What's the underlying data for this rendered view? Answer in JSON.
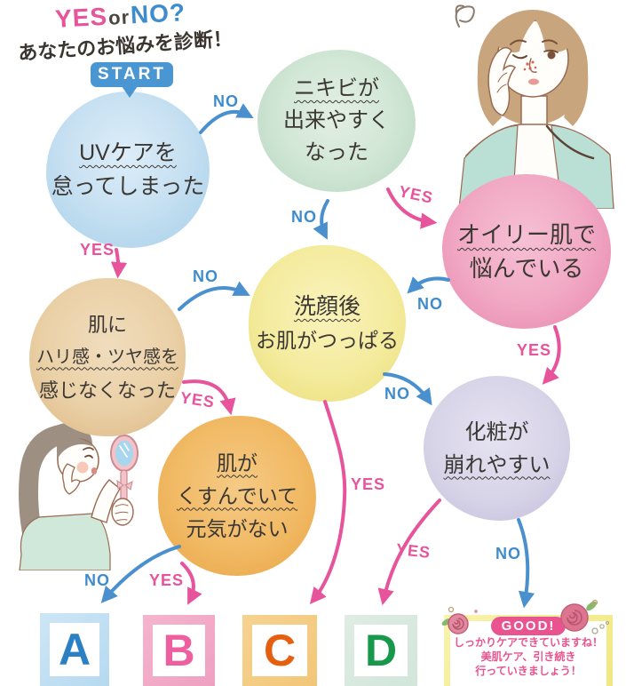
{
  "header": {
    "title_yes": "YES",
    "title_or": "or",
    "title_no": "NO?",
    "subtitle": "あなたのお悩みを診断！",
    "start_label": "START"
  },
  "questions": [
    {
      "id": "uv-care",
      "lines": [
        "UVケアを",
        "怠ってしまった"
      ]
    },
    {
      "id": "acne",
      "lines": [
        "ニキビが",
        "出来やすく",
        "なった"
      ]
    },
    {
      "id": "oily",
      "lines": [
        "オイリー肌で",
        "悩んでいる"
      ]
    },
    {
      "id": "firmness",
      "lines": [
        "肌に",
        "ハリ感・ツヤ感を",
        "感じなくなった"
      ]
    },
    {
      "id": "tight-after-wash",
      "lines": [
        "洗顔後",
        "お肌がつっぱる"
      ]
    },
    {
      "id": "dull",
      "lines": [
        "肌が",
        "くすんでいて",
        "元気がない"
      ]
    },
    {
      "id": "makeup",
      "lines": [
        "化粧が",
        "崩れやすい"
      ]
    }
  ],
  "edges": [
    {
      "from": "uv-care",
      "to": "acne",
      "label": "NO"
    },
    {
      "from": "uv-care",
      "to": "firmness",
      "label": "YES"
    },
    {
      "from": "acne",
      "to": "tight-after-wash",
      "label": "NO"
    },
    {
      "from": "acne",
      "to": "oily",
      "label": "YES"
    },
    {
      "from": "oily",
      "to": "tight-after-wash",
      "label": "NO"
    },
    {
      "from": "firmness",
      "to": "tight-after-wash",
      "label": "NO"
    },
    {
      "from": "firmness",
      "to": "dull",
      "label": "YES"
    },
    {
      "from": "oily",
      "to": "makeup",
      "label": "YES"
    },
    {
      "from": "tight-after-wash",
      "to": "makeup",
      "label": "NO"
    },
    {
      "from": "tight-after-wash",
      "to": "result-c",
      "label": "YES"
    },
    {
      "from": "dull",
      "to": "result-a",
      "label": "NO"
    },
    {
      "from": "dull",
      "to": "result-b",
      "label": "YES"
    },
    {
      "from": "makeup",
      "to": "result-d",
      "label": "YES"
    },
    {
      "from": "makeup",
      "to": "good",
      "label": "NO"
    }
  ],
  "results": [
    {
      "label": "A",
      "color": "#2b7fc3"
    },
    {
      "label": "B",
      "color": "#ee5fa0"
    },
    {
      "label": "C",
      "color": "#e55f0e"
    },
    {
      "label": "D",
      "color": "#17984b"
    }
  ],
  "good": {
    "badge": "GOOD!",
    "lines": [
      "しっかりケアできていますね！",
      "美肌ケア、引き続き",
      "行っていきましょう！"
    ]
  },
  "palette": {
    "yes_pink": "#e7549b",
    "no_blue": "#3f8ccc",
    "start_blue": "#4a96d2",
    "circle_uv": "#b4d6ec",
    "circle_acne": "#cfe6d4",
    "circle_oily": "#ea8fb3",
    "circle_firmness": "#e7cda4",
    "circle_wash": "#f2e896",
    "circle_dull": "#efb259",
    "circle_makeup": "#d4d0e5",
    "good_bg": "#f2e77f",
    "good_pink": "#e9538f"
  },
  "illustrations": [
    "woman-touching-cheek",
    "woman-with-hand-mirror"
  ]
}
